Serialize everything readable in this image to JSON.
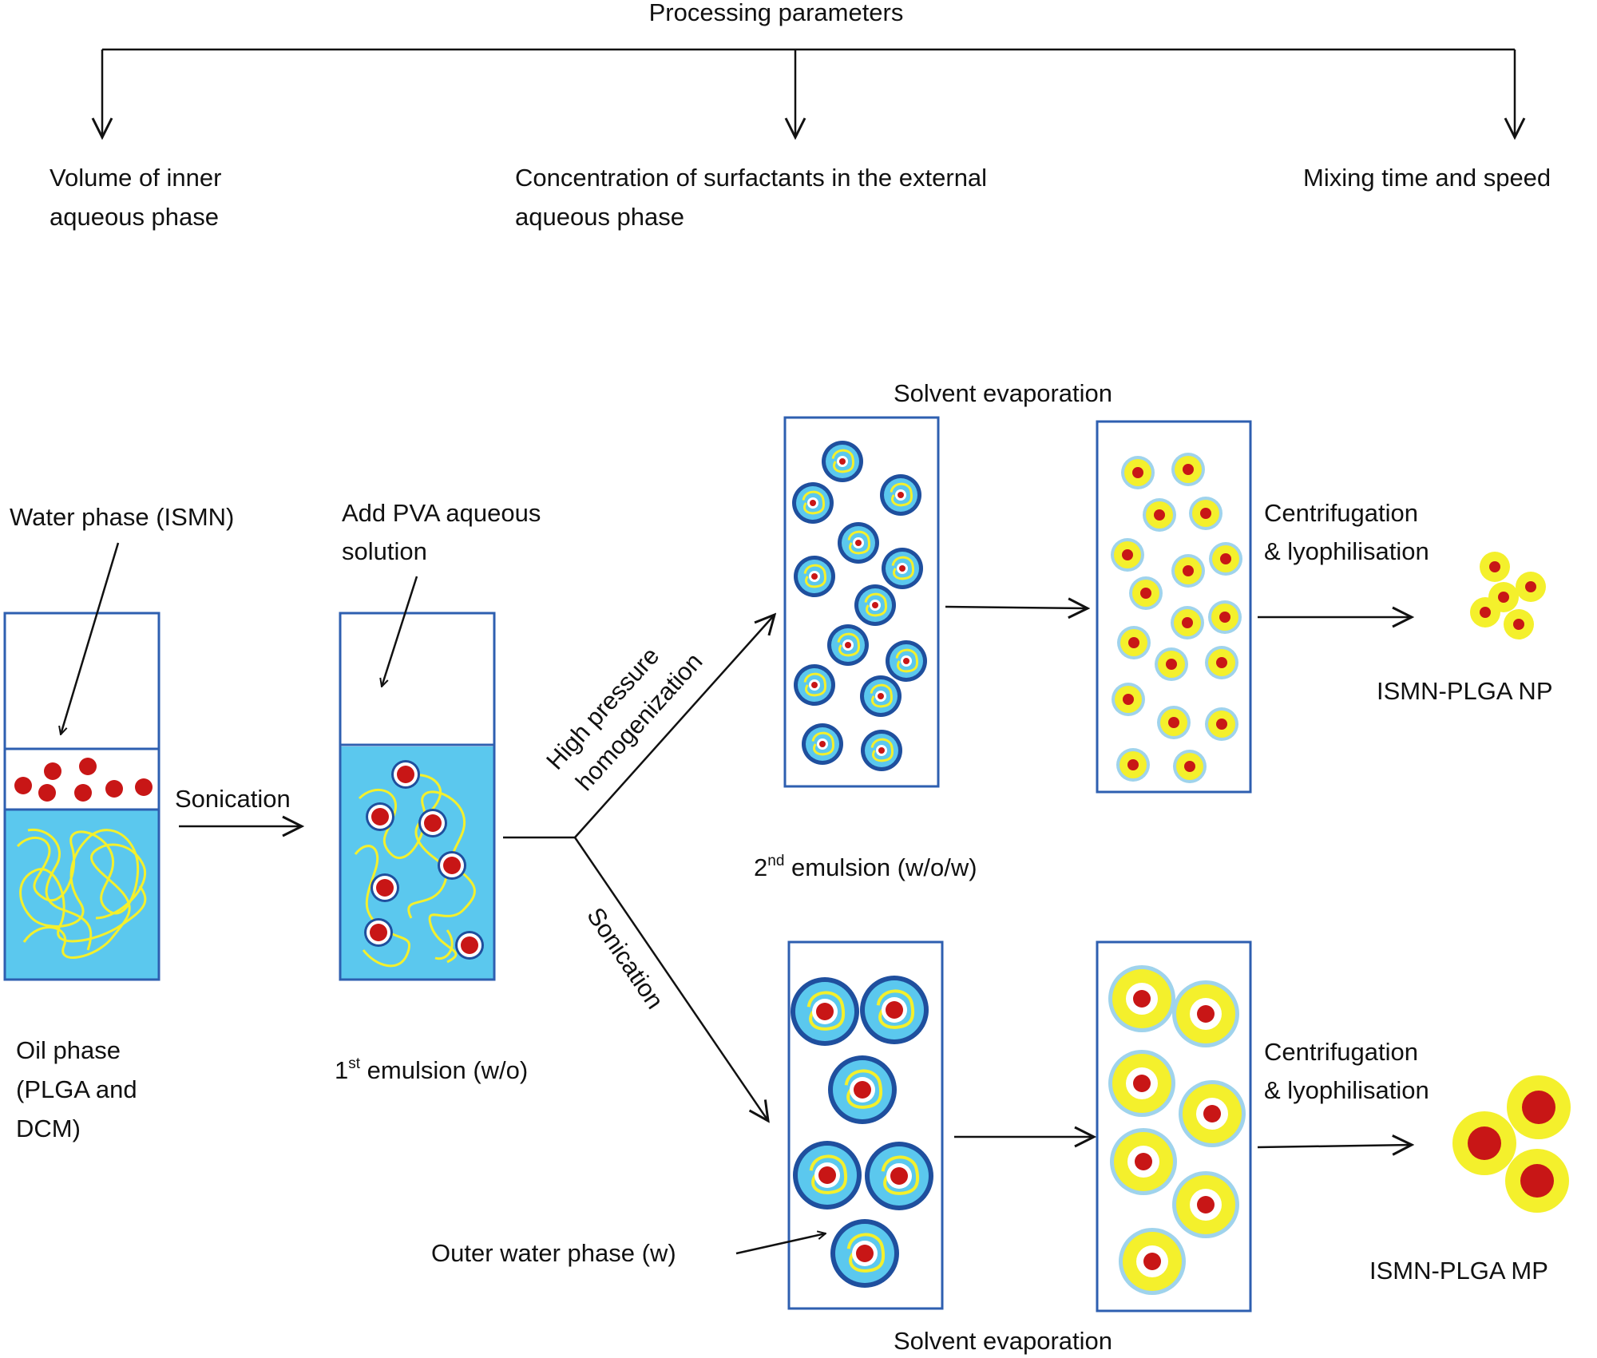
{
  "top": {
    "title": "Processing parameters",
    "param1_line1": "Volume of inner",
    "param1_line2": "aqueous phase",
    "param2_line1": "Concentration of surfactants in the external",
    "param2_line2": "aqueous phase",
    "param3": "Mixing time and speed"
  },
  "labels": {
    "water_phase": "Water phase (ISMN)",
    "add_pva_line1": "Add PVA aqueous",
    "add_pva_line2": "solution",
    "sonication_1": "Sonication",
    "oil_line1": "Oil phase",
    "oil_line2": "(PLGA and",
    "oil_line3": "DCM)",
    "first_num": "1",
    "first_sup": "st",
    "first_rest": " emulsion (w/o)",
    "hp_line1": "High pressure",
    "hp_line2": "homogenization",
    "sonication_2": "Sonication",
    "solvent_evap_top": "Solvent evaporation",
    "second_num": "2",
    "second_sup": "nd",
    "second_rest": " emulsion (w/o/w)",
    "centrifugation_1a": "Centrifugation",
    "centrifugation_1b": "& lyophilisation",
    "centrifugation_2a": "Centrifugation",
    "centrifugation_2b": "& lyophilisation",
    "ismn_np": "ISMN-PLGA NP",
    "ismn_mp": "ISMN-PLGA MP",
    "outer_water": "Outer water phase (w)",
    "solvent_evap_bottom": "Solvent evaporation"
  },
  "colors": {
    "box_border": "#2e5fb0",
    "aqueous_blue": "#5bc8ee",
    "shell_dark": "#1f4f9e",
    "polymer_yellow": "#f4f02c",
    "drug_red": "#c81616",
    "halo_light_blue": "#9fd3ec"
  }
}
